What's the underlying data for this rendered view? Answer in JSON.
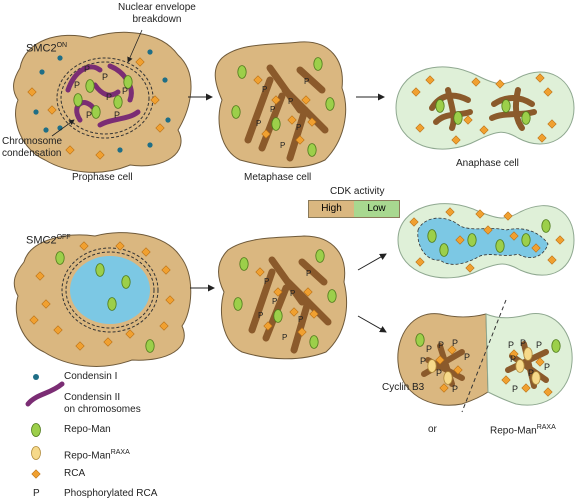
{
  "labels": {
    "smc2_on": "SMC2",
    "smc2_on_sup": "ON",
    "smc2_off": "SMC2",
    "smc2_off_sup": "OFF",
    "nuclear_envelope": "Nuclear envelope\nbreakdown",
    "chromosome_condensation": "Chromosome\ncondensation",
    "prophase_cell": "Prophase cell",
    "metaphase_cell": "Metaphase cell",
    "anaphase_cell": "Anaphase cell",
    "cdk_activity": "CDK activity",
    "cdk_high": "High",
    "cdk_low": "Low",
    "cyclin_b3": "Cyclin B3",
    "or": "or",
    "repo_man_raxa_main": "Repo-Man",
    "repo_man_raxa_sup": "RAXA"
  },
  "legend": [
    {
      "icon": "condensin-i-dot-icon",
      "label": "Condensin I",
      "sup": ""
    },
    {
      "icon": "condensin-ii-chromosome-icon",
      "label": "Condensin II\non chromosomes",
      "sup": ""
    },
    {
      "icon": "repo-man-icon",
      "label": "Repo-Man",
      "sup": ""
    },
    {
      "icon": "repo-man-raxa-icon",
      "label": "Repo-Man",
      "sup": "RAXA"
    },
    {
      "icon": "rca-diamond-icon",
      "label": "RCA",
      "sup": ""
    },
    {
      "icon": "phosphorylated-p-icon",
      "label": "Phosphorylated RCA",
      "sup": "",
      "glyph": "P"
    }
  ],
  "colors": {
    "cell_tan": "#dab780",
    "cell_tan_edge": "#6f5a3a",
    "cell_green": "#dff0d8",
    "cell_green_edge": "#8fa890",
    "chromosome_brown": "#8b5a2b",
    "condensin_ii_purple": "#7b2d74",
    "repo_man_green": "#9ccf4a",
    "repo_man_raxa": "#f6d98a",
    "rca_orange": "#f0a030",
    "condensin_i_teal": "#1f6e86",
    "nucleus_blue": "#7cc8e4",
    "cdk_high": "#dab780",
    "cdk_low": "#a8d890"
  }
}
